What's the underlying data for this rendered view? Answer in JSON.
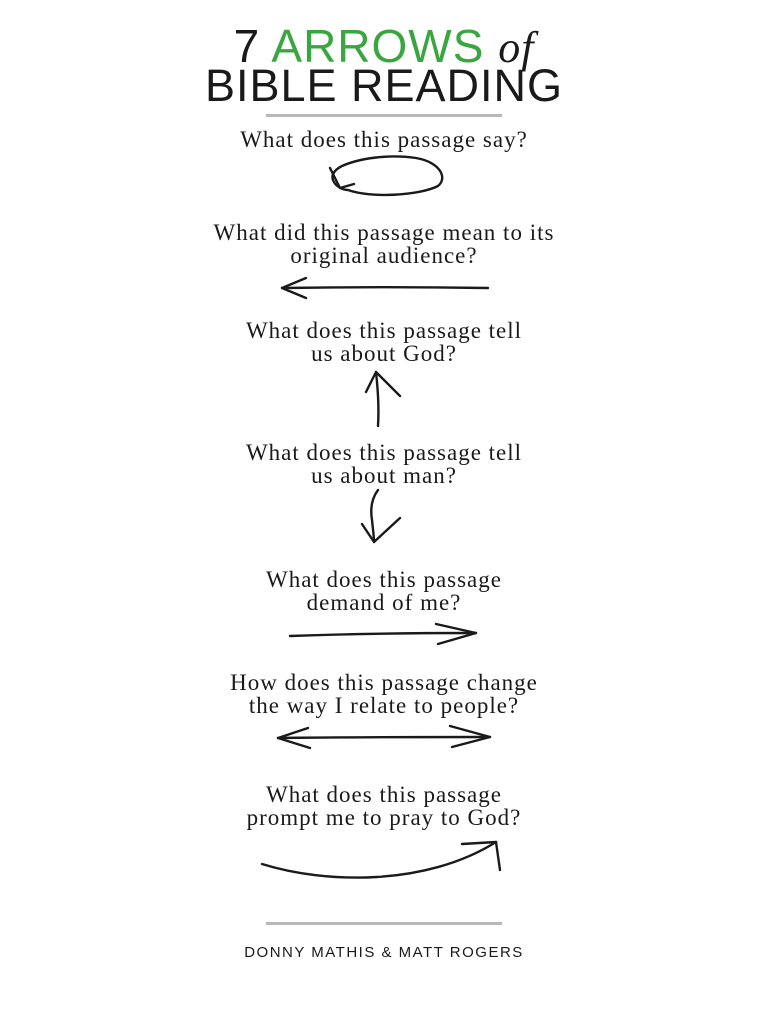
{
  "title": {
    "number": "7",
    "highlight": "ARROWS",
    "connector": "of",
    "line2": "BIBLE READING",
    "highlight_color": "#3aa640"
  },
  "questions": [
    {
      "lines": [
        "What does this passage say?"
      ],
      "arrow": "circle-arrow-icon"
    },
    {
      "lines": [
        "What did this passage mean to its",
        "original audience?"
      ],
      "arrow": "left-arrow-icon"
    },
    {
      "lines": [
        "What does this passage tell",
        "us about God?"
      ],
      "arrow": "up-arrow-icon"
    },
    {
      "lines": [
        "What does this passage tell",
        "us about man?"
      ],
      "arrow": "down-arrow-icon"
    },
    {
      "lines": [
        "What does this passage",
        "demand of me?"
      ],
      "arrow": "right-arrow-icon"
    },
    {
      "lines": [
        "How does this passage change",
        "the way I relate to people?"
      ],
      "arrow": "double-arrow-icon"
    },
    {
      "lines": [
        "What does this passage",
        "prompt me to pray to God?"
      ],
      "arrow": "curved-up-arrow-icon"
    }
  ],
  "authors": "DONNY MATHIS & MATT ROGERS"
}
